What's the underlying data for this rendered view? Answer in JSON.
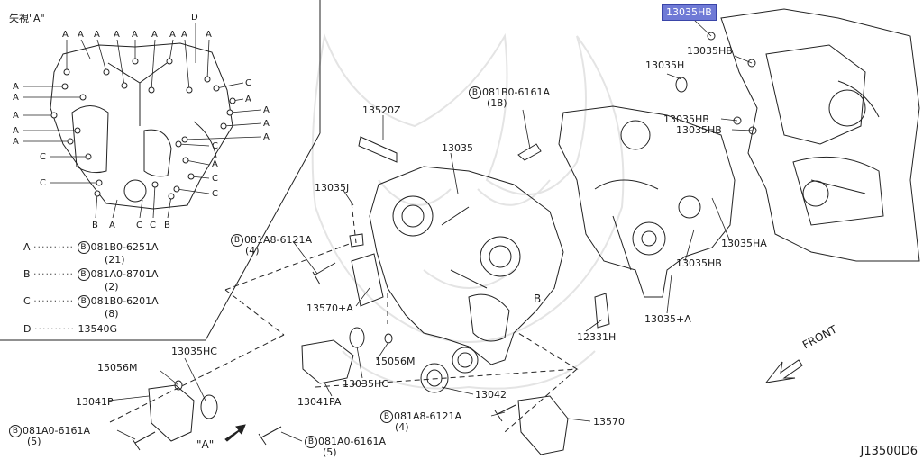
{
  "view": {
    "title": "矢視\"A\"",
    "letters_top": [
      "A",
      "A",
      "A",
      "A",
      "A",
      "A",
      "A",
      "A",
      "A",
      "A"
    ],
    "letter_d": "D",
    "left_letters": [
      "A",
      "A",
      "A",
      "A",
      "A",
      "C",
      "C"
    ],
    "right_letters": [
      "C",
      "A",
      "A",
      "A",
      "A",
      "C",
      "A",
      "C",
      "C"
    ],
    "bottom_letters": [
      "B",
      "A",
      "C",
      "C",
      "B"
    ]
  },
  "legend": [
    {
      "key": "A",
      "circle": "B",
      "part": "081B0-6251A",
      "qty": "(21)"
    },
    {
      "key": "B",
      "circle": "B",
      "part": "081A0-8701A",
      "qty": "(2)"
    },
    {
      "key": "C",
      "circle": "B",
      "part": "081B0-6201A",
      "qty": "(8)"
    },
    {
      "key": "D",
      "circle": "",
      "part": "13540G",
      "qty": ""
    }
  ],
  "callouts": {
    "c13035hb_top": "13035HB",
    "c13035hb_2": "13035HB",
    "c13035h": "13035H",
    "c081b0_6161a": "081B0-6161A",
    "c081b0_6161a_qty": "(18)",
    "c13520z": "13520Z",
    "c13035": "13035",
    "c13035j": "13035J",
    "c13035hb_3": "13035HB",
    "c13035hb_4": "13035HB",
    "c081a8_6121a": "081A8-6121A",
    "c081a8_6121a_qty": "(4)",
    "c13035ha": "13035HA",
    "c13035hb_5": "13035HB",
    "c13570a": "13570+A",
    "c13035a": "13035+A",
    "c13035hc": "13035HC",
    "c15056m": "15056M",
    "c15056m_2": "15056M",
    "c12331h": "12331H",
    "c13041p": "13041P",
    "c13035hc_2": "13035HC",
    "c13041pa": "13041PA",
    "c13042": "13042",
    "c081a8_6121a_b": "081A8-6121A",
    "c081a8_6121a_b_qty": "(4)",
    "c13570": "13570",
    "c081a0_6161a": "081A0-6161A",
    "c081a0_6161a_qty": "(5)",
    "c081a0_6161a_b": "081A0-6161A",
    "c081a0_6161a_b_qty": "(5)",
    "view_a": "\"A\"",
    "b_mark": "B",
    "front": "FRONT",
    "diagram_code": "J13500D6"
  },
  "colors": {
    "highlight": "#6f7ad6",
    "line": "#222222"
  }
}
